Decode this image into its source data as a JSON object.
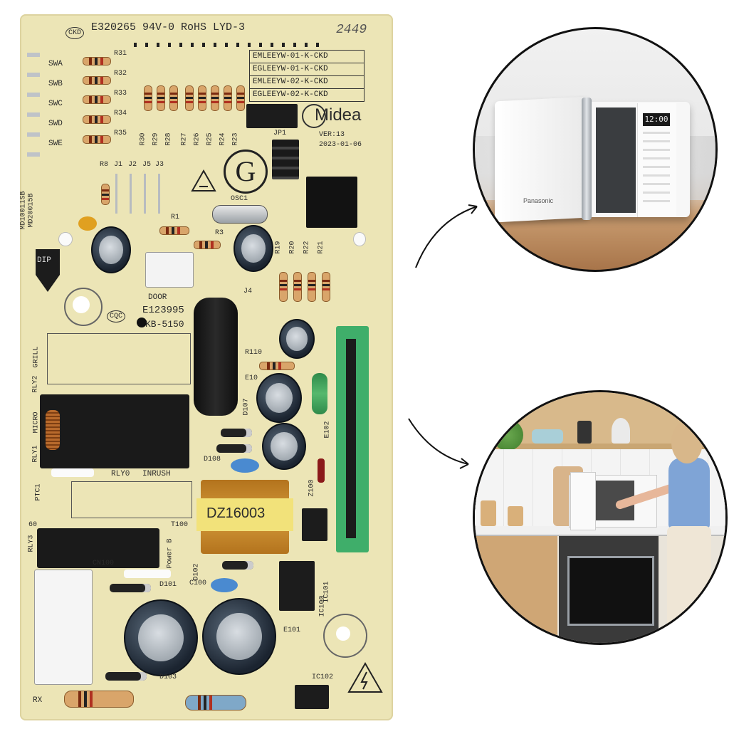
{
  "board": {
    "cert_mark": "CKD",
    "header_code": "E320265 94V-0 RoHS LYD-3",
    "batch": "2449",
    "brand": "Midea",
    "version": "VER:13",
    "date": "2023-01-06",
    "model_rows": [
      "EMLEEYW-01-K-CKD",
      "EGLEEYW-01-K-CKD",
      "EMLEEYW-02-K-CKD",
      "EGLEEYW-02-K-CKD"
    ],
    "side_codes": [
      "MD10011SB",
      "MD20015B"
    ],
    "switch_labels": [
      "SWA",
      "SWB",
      "SWC",
      "SWD",
      "SWE"
    ],
    "left_resistors": [
      "R31",
      "R32",
      "R33",
      "R34",
      "R35"
    ],
    "top_resistors_a": [
      "R30",
      "R29",
      "R28"
    ],
    "top_resistors_b": [
      "R27",
      "R26",
      "R25",
      "R24",
      "R23"
    ],
    "mid_labels": [
      "R8",
      "J1",
      "J2",
      "J5",
      "J3"
    ],
    "jp1": "JP1",
    "osc": "OSC1",
    "r1": "R1",
    "r3": "R3",
    "door": "DOOR",
    "j4": "J4",
    "right_resistors": [
      "R19",
      "R20",
      "R22",
      "R21"
    ],
    "cert_code": "E123995",
    "kb": "KB-5150",
    "dip": "DIP",
    "ccc": "CQC",
    "relays": [
      "GRILL",
      "RLY2",
      "MICRO",
      "RLY1",
      "RLY0",
      "INRUSH",
      "RLY3"
    ],
    "ptc": "PTC1",
    "r110": "R110",
    "e102": "E102",
    "e100": "E10",
    "d107": "D107",
    "d108": "D108",
    "z100": "Z100",
    "transformer": "DZ16003",
    "t100": "T100",
    "power": "Power B",
    "d102": "D102",
    "ic101": "IC101",
    "ic100": "IC100",
    "cn100": "CN100",
    "d101": "D101",
    "c100": "C100",
    "d103": "D103",
    "e101": "E101",
    "ic102": "IC102",
    "rx": "RX",
    "sixty": "60"
  },
  "photos": {
    "top": {
      "appliance_brand": "Panasonic",
      "display": "12:00"
    }
  },
  "colors": {
    "pcb": "#ece5b6",
    "connector_green": "#3fae6a",
    "transformer_yellow": "#f2e27a",
    "relay_black": "#1a1a1a"
  }
}
